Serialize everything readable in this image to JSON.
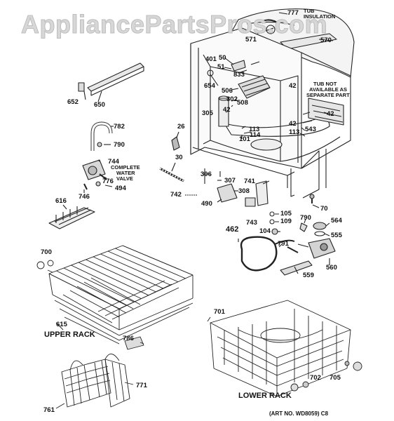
{
  "watermark": "AppliancePartsPros.com",
  "parts": {
    "p777": "777",
    "p571": "571",
    "p570": "570",
    "p401": "401",
    "p50": "50",
    "p51": "51",
    "p833": "833",
    "p654": "654",
    "p506": "506",
    "p302": "302",
    "p508": "508",
    "p42a": "42",
    "p42b": "42",
    "p42c": "42",
    "p42d": "42",
    "p305": "305",
    "p113a": "113",
    "p113b": "113",
    "p114": "114",
    "p101": "101",
    "p543": "543",
    "p652": "652",
    "p650": "650",
    "p782": "782",
    "p790a": "790",
    "p26": "26",
    "p30": "30",
    "p744": "744",
    "p776": "776",
    "p494": "494",
    "p746": "746",
    "p306": "306",
    "p741": "741",
    "p307": "307",
    "p308": "308",
    "p742": "742",
    "p490": "490",
    "p70": "70",
    "p616": "616",
    "p105": "105",
    "p109": "109",
    "p743": "743",
    "p790b": "790",
    "p564": "564",
    "p462": "462",
    "p104": "104",
    "p555": "555",
    "p791": "791",
    "p560": "560",
    "p559": "559",
    "p700": "700",
    "p615": "615",
    "p701": "701",
    "p786": "786",
    "p702": "702",
    "p705": "705",
    "p771": "771",
    "p761": "761"
  },
  "notes": {
    "tub_insulation_1": "TUB",
    "tub_insulation_2": "INSULATION",
    "tub_not_1": "TUB NOT",
    "tub_not_2": "AVAILABLE AS",
    "tub_not_3": "SEPARATE PART",
    "complete_1": "COMPLETE",
    "complete_2": "WATER",
    "complete_3": "VALVE",
    "upper_rack": "UPPER RACK",
    "lower_rack": "LOWER RACK",
    "art_no": "(ART NO. WD8059) C8"
  }
}
